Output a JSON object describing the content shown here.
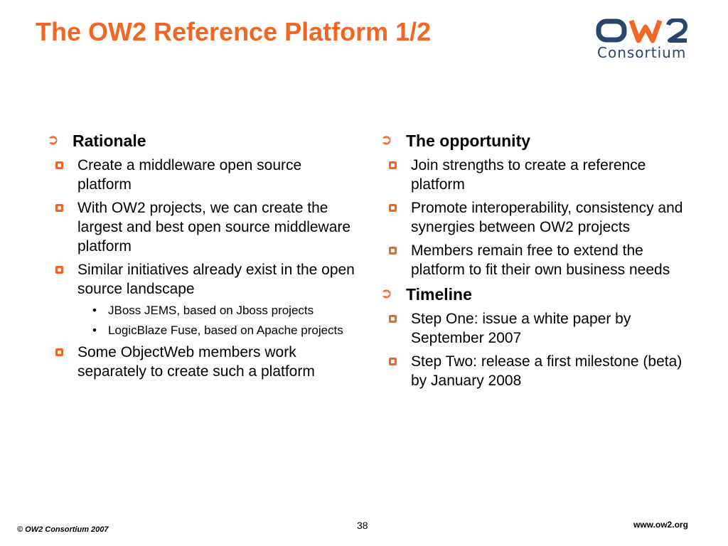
{
  "slide": {
    "title": "The OW2 Reference Platform 1/2",
    "logo": {
      "mark": "OW2",
      "subtitle": "Consortium"
    }
  },
  "left": {
    "heading": "Rationale",
    "items": [
      {
        "text": "Create a middleware open source platform"
      },
      {
        "text": "With OW2 projects, we can create the largest and best open source middleware platform"
      },
      {
        "text": "Similar initiatives already exist in the open source landscape",
        "subitems": [
          "JBoss JEMS, based on Jboss projects",
          "LogicBlaze Fuse, based on Apache projects"
        ]
      },
      {
        "text": "Some ObjectWeb members work separately to create such a platform"
      }
    ]
  },
  "right": {
    "sections": [
      {
        "heading": "The opportunity",
        "items": [
          "Join strengths to create a reference platform",
          "Promote interoperability, consistency and synergies between OW2 projects",
          "Members remain free to extend the platform to fit their own business needs"
        ]
      },
      {
        "heading": "Timeline",
        "items": [
          "Step One: issue a white paper by September 2007",
          "Step Two: release a first milestone (beta) by January 2008"
        ]
      }
    ]
  },
  "footer": {
    "copyright": "© OW2 Consortium 2007",
    "page_number": "38",
    "url": "www.ow2.org"
  },
  "icons": {
    "level1_bullet": "circled-arrow-icon",
    "level2_bullet": "hollow-square-icon",
    "level3_bullet": "dot-icon"
  },
  "colors": {
    "accent": "#f26522",
    "logo_blue": "#27456d",
    "text": "#000000"
  }
}
